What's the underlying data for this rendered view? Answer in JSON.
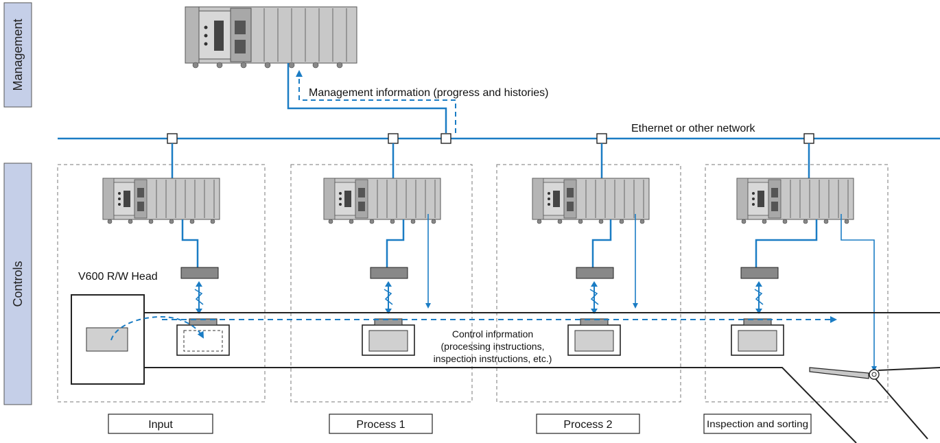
{
  "side_labels": {
    "management": "Management",
    "controls": "Controls"
  },
  "labels": {
    "management_info": "Management information (progress and histories)",
    "network": "Ethernet or other network",
    "rw_head": "V600 R/W Head",
    "control_info_line1": "Control information",
    "control_info_line2": "(processing instructions,",
    "control_info_line3": "inspection instructions, etc.)"
  },
  "stages": [
    {
      "label": "Input"
    },
    {
      "label": "Process 1"
    },
    {
      "label": "Process 2"
    },
    {
      "label": "Inspection and sorting"
    }
  ],
  "colors": {
    "network_blue": "#1a7cc4",
    "side_label_fill": "#c5cfe8",
    "plc_body": "#c8c8c8",
    "head_fill": "#888888",
    "tag_fill": "#9a9a9a",
    "line_dark": "#222222"
  }
}
